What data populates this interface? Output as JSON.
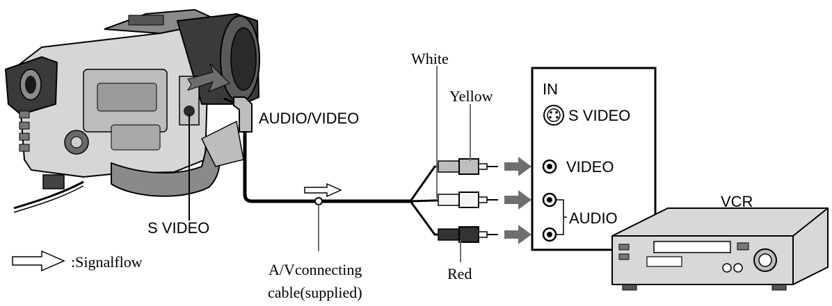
{
  "labels": {
    "audio_video": "AUDIO/VIDEO",
    "s_video_camera": "S VIDEO",
    "white": "White",
    "yellow": "Yellow",
    "red": "Red",
    "cable_line1": "A/Vconnecting",
    "cable_line2": "cable(supplied)",
    "signal_flow": ":Signalflow",
    "vcr": "VCR"
  },
  "panel": {
    "title": "IN",
    "s_video": "S VIDEO",
    "video": "VIDEO",
    "audio": "AUDIO"
  },
  "colors": {
    "line": "#000000",
    "arrow_gray": "#6e6e6e",
    "camera_dark": "#3a3a3a",
    "camera_mid": "#8a8a8a",
    "camera_light": "#d6d6d6",
    "red_plug": "#333333",
    "white_plug": "#f4f4f4",
    "yellow_plug": "#bdbdbd"
  }
}
